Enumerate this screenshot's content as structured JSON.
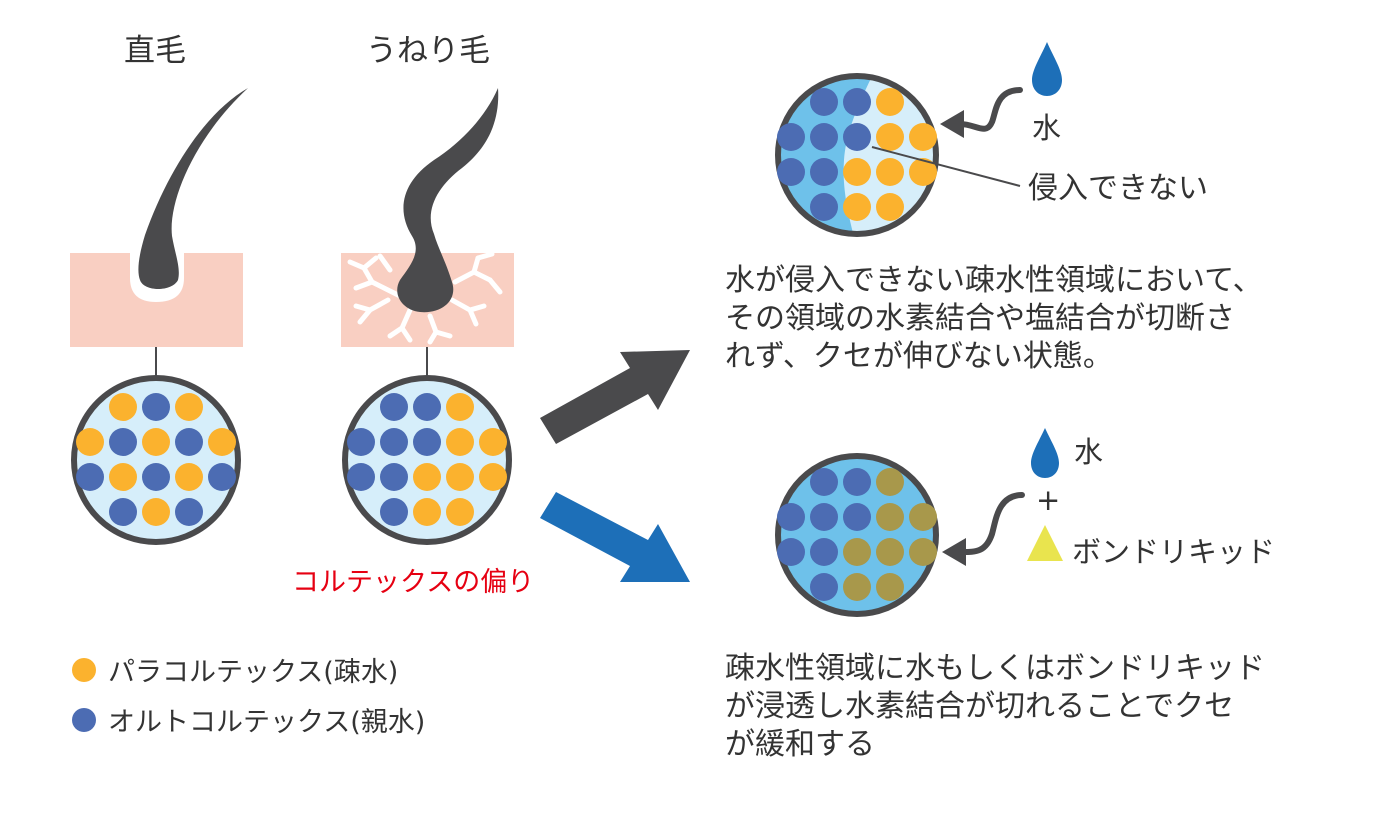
{
  "colors": {
    "para": "#FBB22E",
    "ortho": "#4C6CB3",
    "olive": "#A8984B",
    "hair": "#4A4A4C",
    "skin": "#F9CFC2",
    "circle_light": "#D6EEFA",
    "circle_blue": "#6EC1EA",
    "outline": "#4A4A4C",
    "arrow_gray": "#4A4A4C",
    "arrow_blue": "#1D6FB8",
    "drop": "#1D6FB8",
    "bond": "#E9E44E",
    "red_note": "#E60012"
  },
  "labels": {
    "straight_hair": "直毛",
    "wavy_hair": "うねり毛",
    "bias_note": "コルテックスの偏り",
    "water_top": "水",
    "cannot_penetrate": "侵入できない",
    "water_bottom": "水",
    "plus": "+",
    "bond_liquid": "ボンドリキッド"
  },
  "legend": [
    {
      "color_key": "para",
      "text": "パラコルテックス(疎水)"
    },
    {
      "color_key": "ortho",
      "text": "オルトコルテックス(親水)"
    }
  ],
  "descriptions": {
    "top": [
      "水が侵入できない疎水性領域において、",
      "その領域の水素結合や塩結合が切断さ",
      "れず、クセが伸びない状態。"
    ],
    "bottom": [
      "疎水性領域に水もしくはボンドリキッド",
      "が浸透し水素結合が切れることでクセ",
      "が緩和する"
    ]
  },
  "patterns": {
    "straight": [
      [
        "P",
        "O",
        "P"
      ],
      [
        "P",
        "O",
        "P",
        "O",
        "P"
      ],
      [
        "O",
        "P",
        "O",
        "P",
        "O"
      ],
      [
        "O",
        "P",
        "O"
      ]
    ],
    "wavy": [
      [
        "O",
        "O",
        "P"
      ],
      [
        "O",
        "O",
        "O",
        "P",
        "P"
      ],
      [
        "O",
        "O",
        "P",
        "P",
        "P"
      ],
      [
        "O",
        "P",
        "P"
      ]
    ],
    "top_right": [
      [
        "O",
        "O",
        "P"
      ],
      [
        "O",
        "O",
        "O",
        "P",
        "P"
      ],
      [
        "O",
        "O",
        "P",
        "P",
        "P"
      ],
      [
        "O",
        "P",
        "P"
      ]
    ],
    "bottom_right": [
      [
        "O",
        "O",
        "B"
      ],
      [
        "O",
        "O",
        "O",
        "B",
        "B"
      ],
      [
        "O",
        "O",
        "B",
        "B",
        "B"
      ],
      [
        "O",
        "B",
        "B"
      ]
    ]
  }
}
